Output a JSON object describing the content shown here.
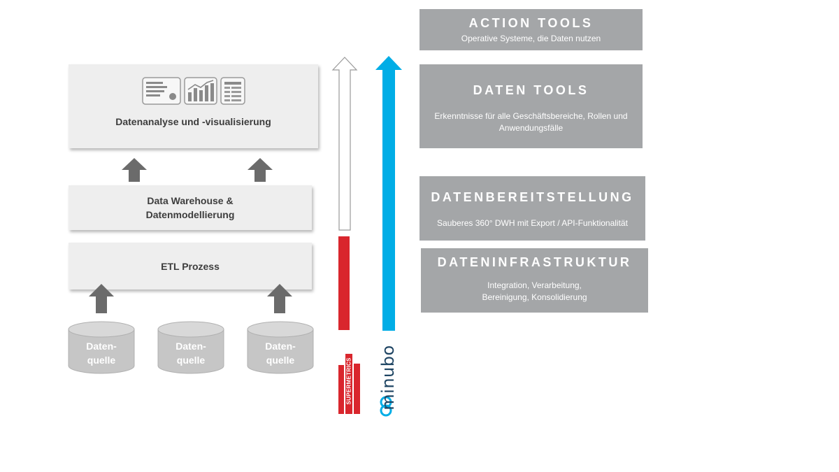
{
  "left_stack": {
    "analysis": {
      "title": "Datenanalyse und -visualisierung"
    },
    "dwh": {
      "line1": "Data Warehouse &",
      "line2": "Datenmodellierung"
    },
    "etl": {
      "title": "ETL Prozess"
    },
    "sources": [
      {
        "label": "Daten-\nquelle"
      },
      {
        "label": "Daten-\nquelle"
      },
      {
        "label": "Daten-\nquelle"
      }
    ]
  },
  "right_stack": {
    "action_tools": {
      "title": "ACTION TOOLS",
      "subtitle": "Operative Systeme, die Daten nutzen"
    },
    "daten_tools": {
      "title": "DATEN TOOLS",
      "subtitle": "Erkenntnisse für alle Geschäftsbereiche, Rollen und Anwendungsfälle"
    },
    "datenbereitstellung": {
      "title": "DATENBEREITSTELLUNG",
      "subtitle": "Sauberes 360° DWH mit Export / API-Funktionalität"
    },
    "dateninfrastruktur": {
      "title": "DATENINFRASTRUKTUR",
      "subtitle_line1": "Integration, Verarbeitung,",
      "subtitle_line2": "Bereinigung, Konsolidierung"
    }
  },
  "vendors": {
    "minubo": {
      "name": "minubo",
      "color": "#00ade6",
      "text_color": "#1f4563"
    },
    "supermetrics": {
      "name": "SUPERMETRICS",
      "color": "#d9262d"
    }
  },
  "colors": {
    "box_bg": "#eeeeee",
    "tool_box_bg": "#a4a6a8",
    "arrow_gray": "#6b6b6b",
    "cylinder_gray": "#c6c6c6"
  },
  "icons": [
    "report-icon",
    "bar-chart-icon",
    "table-icon",
    "up-arrow-icon",
    "database-icon",
    "minubo-logo-icon"
  ]
}
